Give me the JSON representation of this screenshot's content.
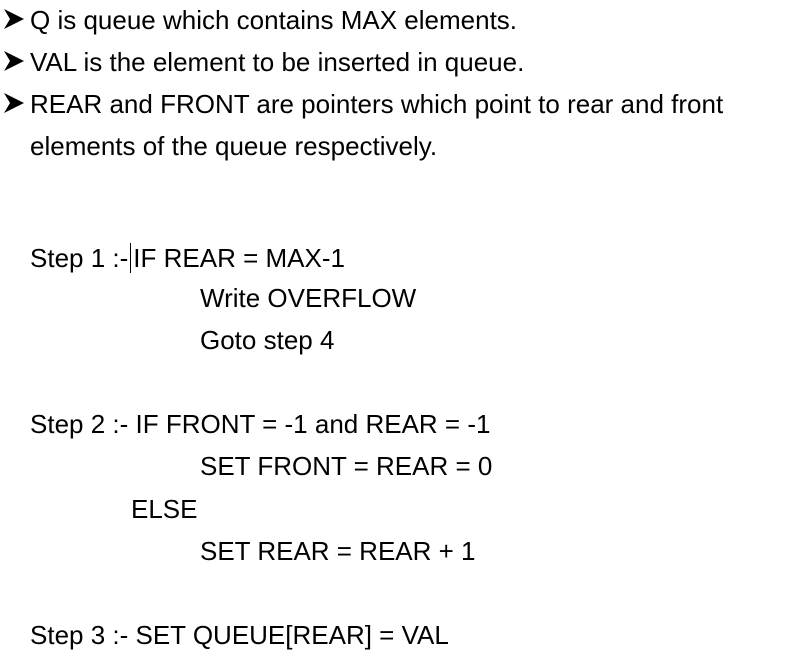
{
  "bullets": [
    "Q is queue which contains MAX elements.",
    "VAL is the element to be inserted in queue.",
    "REAR and FRONT are pointers which point to rear and front",
    "elements of the queue respectively."
  ],
  "bullet_icon": "arrow-bullet-icon",
  "algorithm": {
    "step1": {
      "prefix": "Step 1 :-",
      "condition": "IF REAR = MAX-1",
      "line2": "Write OVERFLOW",
      "line3": "Goto step 4"
    },
    "step2": {
      "condition": "Step 2 :- IF FRONT = -1 and REAR = -1",
      "line2": "SET FRONT = REAR = 0",
      "else": "ELSE",
      "line4": "SET REAR = REAR + 1"
    },
    "step3": {
      "text": "Step 3 :- SET QUEUE[REAR] = VAL"
    }
  }
}
